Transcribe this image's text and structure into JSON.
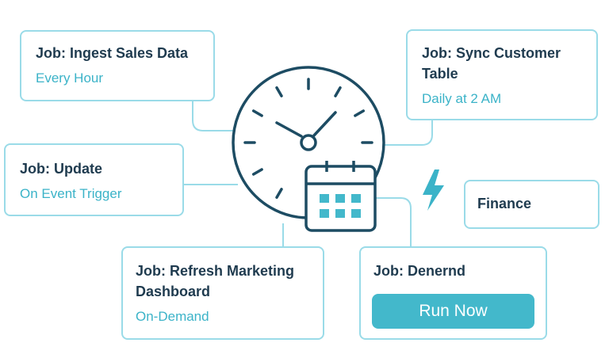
{
  "cards": [
    {
      "title": "Job: Ingest Sales Data",
      "schedule": "Every Hour"
    },
    {
      "title": "Job: Sync Customer Table",
      "schedule": "Daily at 2 AM"
    },
    {
      "title": "Job: Update",
      "schedule": "On Event Trigger"
    },
    {
      "title": "Finance"
    },
    {
      "title": "Job: Refresh Marketing Dashboard",
      "schedule": "On-Demand"
    },
    {
      "title": "Job: Denernd",
      "button": "Run Now"
    }
  ],
  "colors": {
    "dark": "#1f3b4f",
    "accent": "#3bb3c8",
    "border": "#9adbe8"
  }
}
